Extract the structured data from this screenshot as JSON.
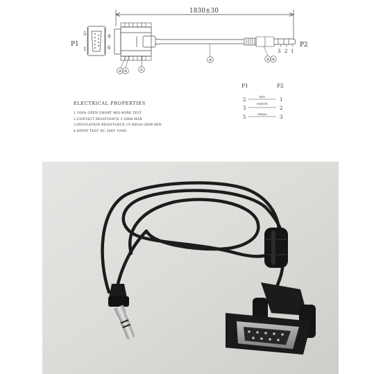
{
  "drawing": {
    "dimension": "1830±30",
    "p1_label": "P1",
    "p2_label": "P2",
    "db9_pins": {
      "top_left": "5",
      "top_right": "9",
      "bottom_left": "1",
      "bottom_right": "6"
    },
    "plug_pins": [
      "3",
      "2",
      "1"
    ],
    "callouts": {
      "c2": "②",
      "c4": "④",
      "c1": "①",
      "c3": "③"
    }
  },
  "electrical_properties": {
    "title": "ELECTRICAL PROPERTIES",
    "lines": [
      "1.100% OPEN SHORT MIS-WIRE TEST",
      "2.CONTACT RESISTANCE 3 OHM MAX",
      "3.INSULATION RESISTANCE 10 MEGA OHM MIN",
      "4.HIPOT TEST DC 300V 10MS"
    ]
  },
  "pinout": {
    "p1_header": "P1",
    "p2_header": "P2",
    "rows": [
      {
        "p1": "2",
        "p2": "1",
        "wire": "RED"
      },
      {
        "p1": "3",
        "p2": "2",
        "wire": "(WHITE)"
      },
      {
        "p1": "5",
        "p2": "3",
        "wire": "SPIRAL"
      }
    ]
  },
  "colors": {
    "line": "#444444",
    "cable": "#1c1c1c",
    "background": "#ffffff"
  }
}
